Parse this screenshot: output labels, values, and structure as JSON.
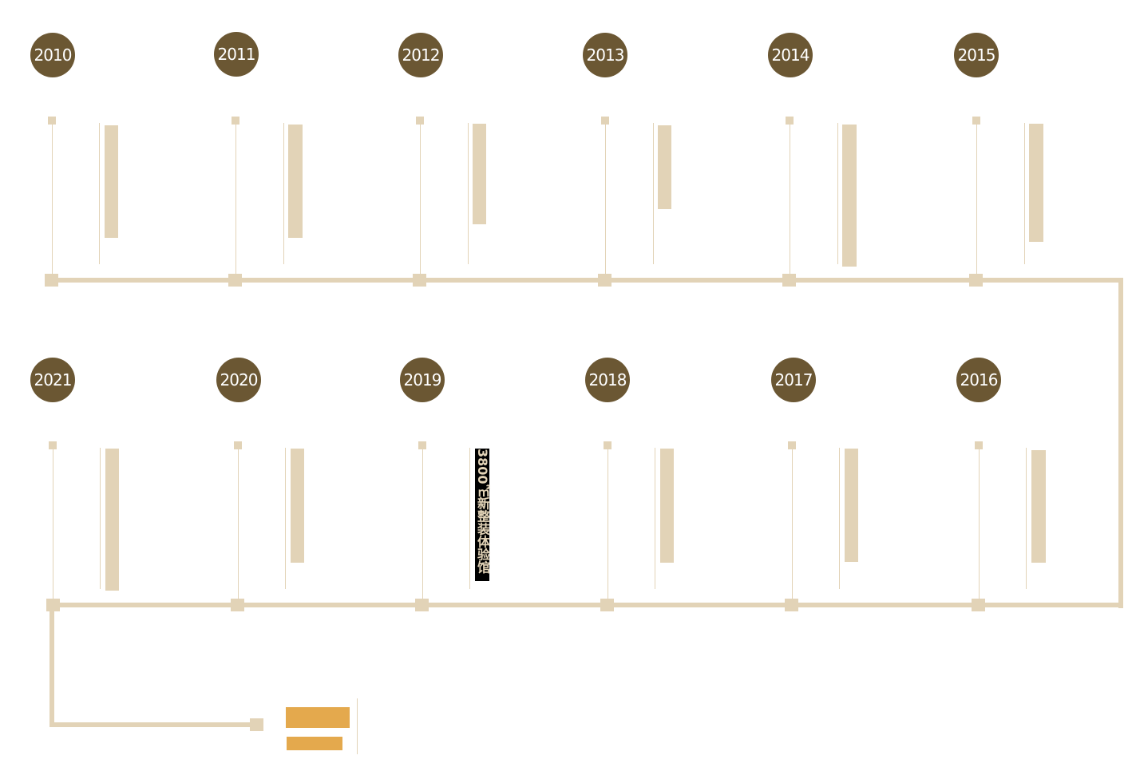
{
  "colors": {
    "circle": "#6b5733",
    "line": "#e2d3b7",
    "accent": "#e4a94d"
  },
  "row1": {
    "years": [
      "2010",
      "2011",
      "2012",
      "2013",
      "2014",
      "2015"
    ]
  },
  "row2": {
    "years": [
      "2021",
      "2020",
      "2019",
      "2018",
      "2017",
      "2016"
    ]
  },
  "highlight": {
    "year": "2019",
    "text": "3800㎡新整装体验馆"
  }
}
